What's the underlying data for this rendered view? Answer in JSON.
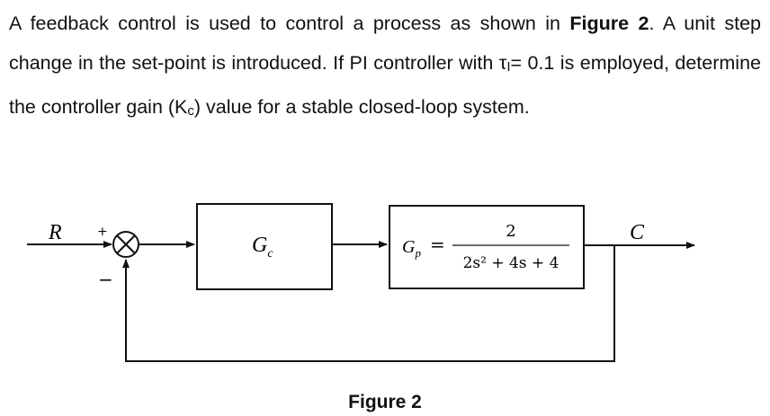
{
  "problem": {
    "text_1": "A feedback control is used to control a process as shown in ",
    "figure_ref": "Figure 2",
    "text_2": ". A unit step change in the set-point is introduced. If PI controller with ",
    "tau_symbol": "τ",
    "tau_subscript": "I",
    "text_3": "= 0.1 is employed, determine the controller gain (K",
    "kc_subscript": "c",
    "text_4": ") value for a stable closed-loop system."
  },
  "diagram": {
    "input_label": "R",
    "plus_sign": "+",
    "minus_sign": "−",
    "controller_label": "G",
    "controller_subscript": "c",
    "process_label": "G",
    "process_subscript": "p",
    "equals": "=",
    "numerator": "2",
    "denominator": "2s² + 4s + 4",
    "output_label": "C"
  },
  "caption": "Figure 2"
}
